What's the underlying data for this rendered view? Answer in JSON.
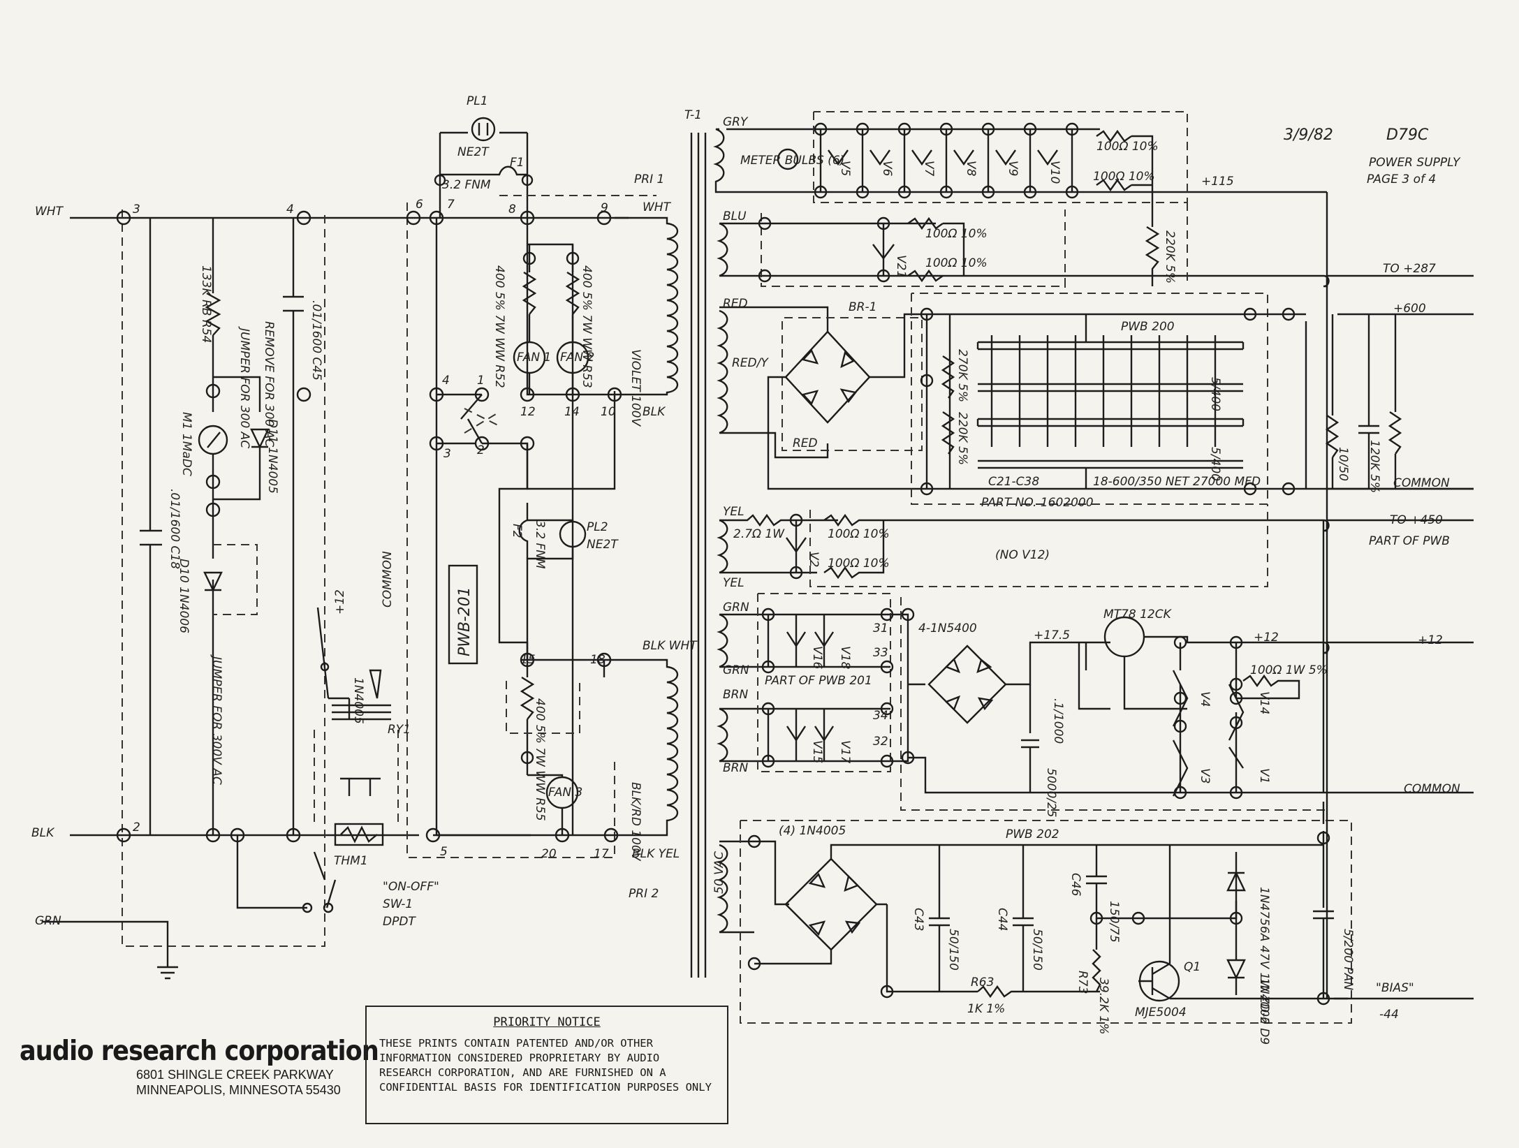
{
  "header": {
    "date": "3/9/82",
    "model": "D79C",
    "title": "POWER SUPPLY",
    "page": "PAGE 3 of 4"
  },
  "labels": {
    "wht": "WHT",
    "blk": "BLK",
    "grn": "GRN",
    "node3": "3",
    "node4": "4",
    "node2": "2",
    "r54": "133K RB R54",
    "m1": "M1 1MaDC",
    "d11": "D11 1N4005",
    "jumper300": "JUMPER FOR 300 AC",
    "remove300": "REMOVE FOR 300 AC",
    "c45": ".01/1600 C45",
    "c18": ".01/1600 C18",
    "d10": "D10 1N4006",
    "jumper300v": "JUMPER FOR 300V AC",
    "plus12": "+12",
    "common_v": "COMMON",
    "in4005": "1N4005",
    "ry1": "RY1",
    "thm1": "THM1",
    "onoff": "\"ON-OFF\"",
    "sw1": "SW-1",
    "dpdt": "DPDT",
    "pl1": "PL1",
    "ne2t": "NE2T",
    "f1": "F1",
    "fnm1": "3.2 FNM",
    "pri1": "PRI 1",
    "pri2": "PRI 2",
    "wht2": "WHT",
    "n6": "6",
    "n7": "7",
    "n8": "8",
    "n9": "9",
    "n4b": "4",
    "n1": "1",
    "n3b": "3",
    "n2b": "2",
    "n12": "12",
    "n14": "14",
    "n10": "10",
    "n15": "15",
    "n18": "18",
    "n5": "5",
    "n20": "20",
    "n17": "17",
    "r52": "400 5% 7W WW R52",
    "r53": "400 5% 7W WW R53",
    "fan1": "FAN 1",
    "fan2": "FAN 2",
    "fan3": "FAN 3",
    "vio": "VIOLET 100V",
    "blk2": "BLK",
    "f2": "F2",
    "fnm2": "3.2 FNM",
    "pl2": "PL2",
    "ne2t2": "NE2T",
    "pwb201": "PWB-201",
    "blkwht": "BLK WHT",
    "r55": "400 5% 7W WW R55",
    "blkrd": "BLK/RD 100V",
    "blkyel": "BLK YEL",
    "t1": "T-1",
    "gry": "GRY",
    "meter": "METER BULBS (6)",
    "v5": "V5",
    "v6": "V6",
    "v7": "V7",
    "v8": "V8",
    "v9": "V9",
    "v10": "V10",
    "r100a": "100Ω 10%",
    "r100b": "100Ω 10%",
    "p115": "+115",
    "r220a": "220K 5%",
    "to287": "TO +287",
    "blu": "BLU",
    "v21": "V21",
    "r100c": "100Ω 10%",
    "r100d": "100Ω 10%",
    "red": "RED",
    "redy": "RED/Y",
    "br1": "BR-1",
    "pwb200": "PWB 200",
    "p600": "+600",
    "r270": "270K 5%",
    "r220b": "220K 5%",
    "cap5400": "5/400",
    "c21": "C21-C38",
    "caps18": "18-600/350 NET 27000 MFD",
    "part": "PART NO. 1602000",
    "c1050": "10/50",
    "r120": "120K 5%",
    "common": "COMMON",
    "yel": "YEL",
    "r27": "2.7Ω 1W",
    "v2": "V2",
    "r100e": "100Ω 10%",
    "r100f": "100Ω 10%",
    "nov12": "(NO V12)",
    "to450": "TO +450",
    "partofpwb": "PART OF PWB",
    "v16": "V16",
    "v18": "V18",
    "n31": "31",
    "n33": "33",
    "partpwb201": "PART OF PWB 201",
    "brn": "BRN",
    "v15": "V15",
    "v17": "V17",
    "n34": "34",
    "n32": "32",
    "in4bridge": "4-1N5400",
    "p175": "+17.5",
    "mt": "MT78 12CK",
    "c1000": ".1/1000",
    "c5000": "5000/25",
    "v4": "V4",
    "v14": "V14",
    "v3": "V3",
    "v1": "V1",
    "r100g": "100Ω 1W 5%",
    "p12": "+12",
    "p12out": "+12",
    "common2": "COMMON",
    "in4005x4": "(4) 1N4005",
    "pwb202": "PWB 202",
    "v50": "50 VAC",
    "c43": "C43",
    "c43v": "50/150",
    "c44": "C44",
    "c44v": "50/150",
    "c46": "C46",
    "c46v": "150/75",
    "z": "1N4756A 47V 1W ZD-2",
    "d9": "1N4006 D9",
    "r73": "R73",
    "r73v": "39.2K 1%",
    "q1": "Q1",
    "mje": "MJE5004",
    "r63": "R63",
    "r63v": "1K 1%",
    "c5200": "5/200 PAN",
    "bias": "\"BIAS\"",
    "m44": "-44"
  },
  "company": {
    "name": "audio research corporation",
    "address1": "6801 SHINGLE CREEK PARKWAY",
    "address2": "MINNEAPOLIS, MINNESOTA 55430"
  },
  "notice": {
    "title": "PRIORITY NOTICE",
    "body": "THESE PRINTS CONTAIN PATENTED AND/OR OTHER INFORMATION CONSIDERED PROPRIETARY BY AUDIO RESEARCH CORPORATION, AND ARE FURNISHED ON A CONFIDENTIAL BASIS FOR IDENTIFICATION PURPOSES ONLY"
  }
}
